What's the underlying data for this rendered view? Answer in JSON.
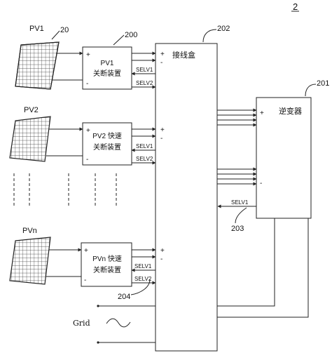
{
  "figure": {
    "number": "2"
  },
  "pv_modules": [
    {
      "label": "PV1",
      "ref": "20"
    },
    {
      "label": "PV2",
      "ref": ""
    },
    {
      "label": "PVn",
      "ref": ""
    }
  ],
  "shutdown_devices": [
    {
      "line1": "PV1",
      "line2": "关断装置",
      "ref": "200",
      "plus": "+",
      "minus": "-",
      "selv1": "SELV1",
      "selv2": "SELV2"
    },
    {
      "line1": "PV2 快速",
      "line2": "关断装置",
      "ref": "",
      "plus": "+",
      "minus": "-",
      "selv1": "SELV1",
      "selv2": "SELV2"
    },
    {
      "line1": "PVn 快速",
      "line2": "关断装置",
      "ref": "204",
      "plus": "+",
      "minus": "-",
      "selv1": "SELV1",
      "selv2": "SELV2"
    }
  ],
  "junction_box": {
    "label": "接线盒",
    "ref": "202",
    "terminals": [
      {
        "plus": "+",
        "minus": "-"
      },
      {
        "plus": "+",
        "minus": "-"
      },
      {
        "plus": "+",
        "minus": "-"
      }
    ]
  },
  "inverter": {
    "label": "逆变器",
    "ref": "201",
    "plus": "+",
    "minus": "-",
    "selv": "SELV1",
    "selv_ref": "203"
  },
  "grid": {
    "label": "Grid"
  }
}
